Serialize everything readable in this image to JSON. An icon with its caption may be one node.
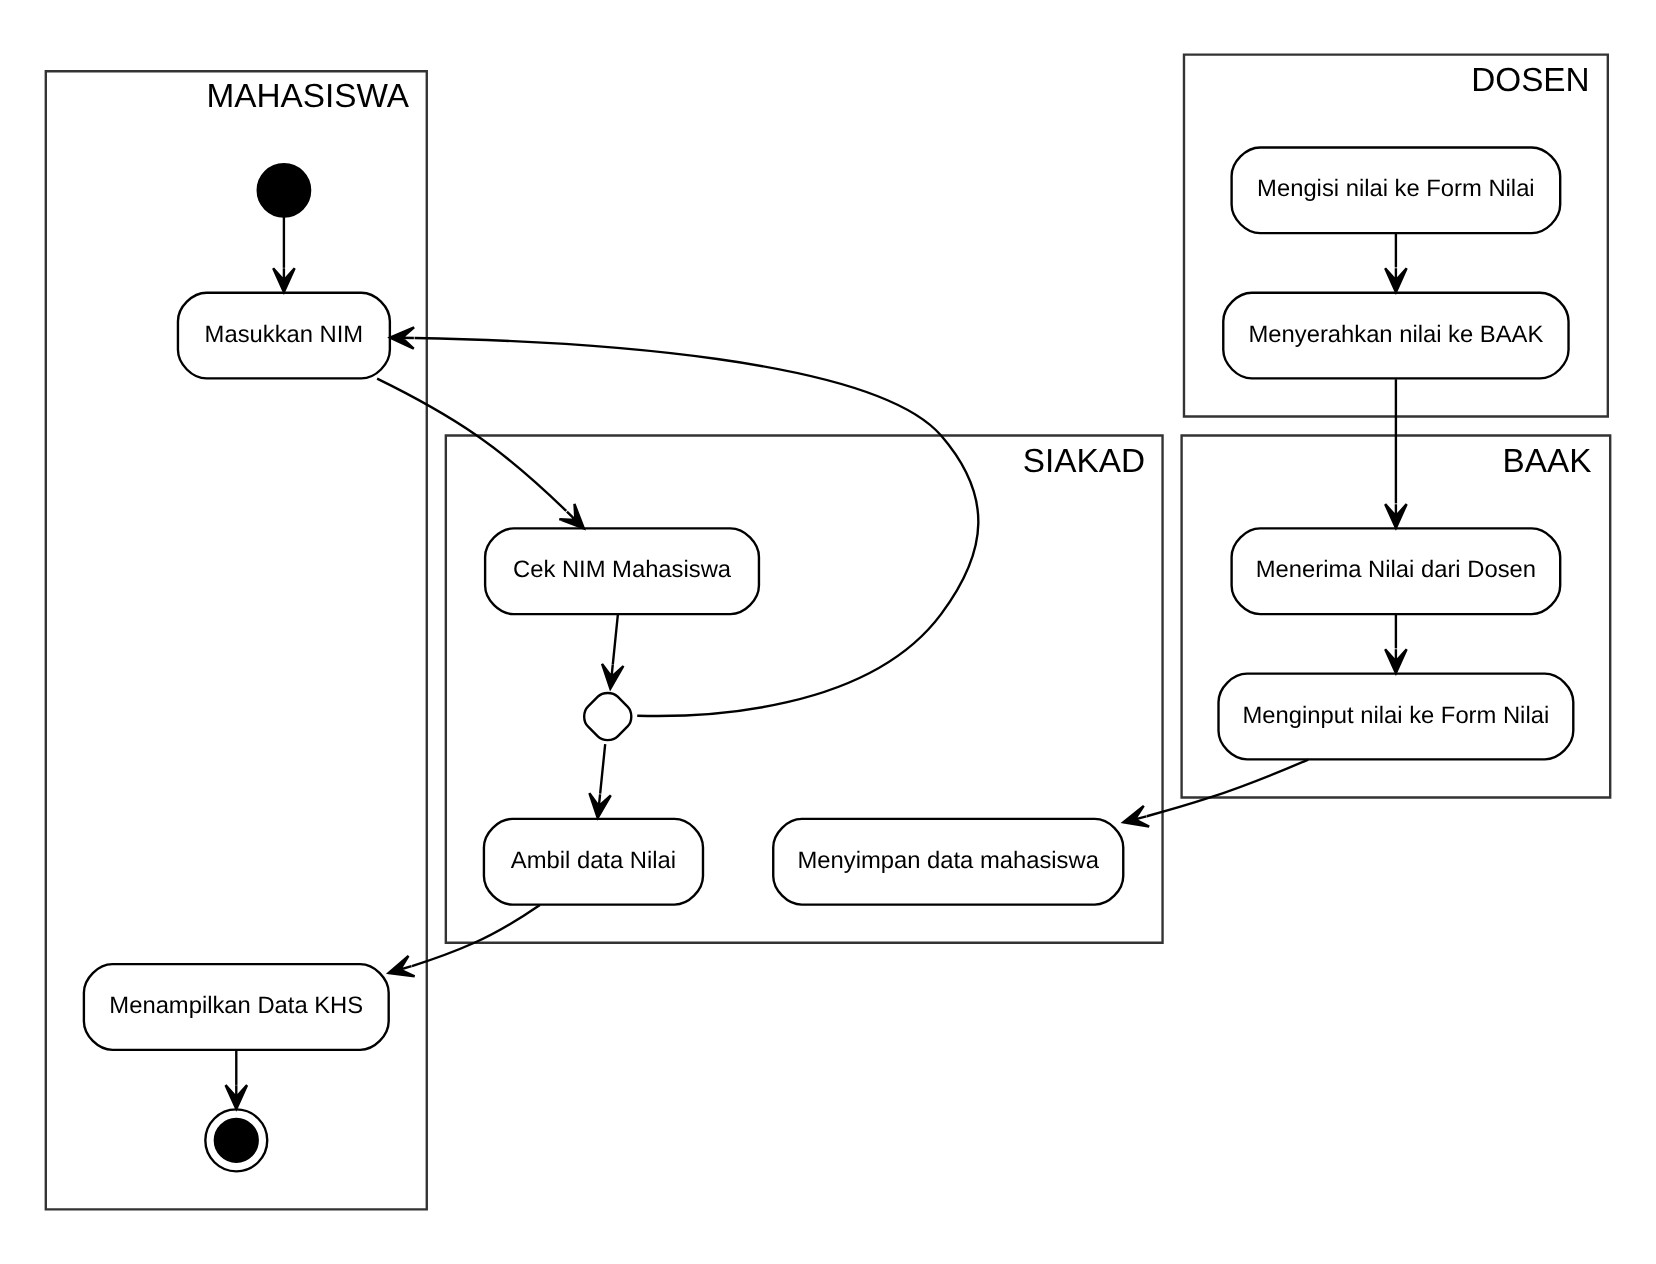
{
  "diagram": {
    "nodes": [
      {
        "text": [
          "MAHASISWA"
        ]
      },
      {
        "text": [
          "SIAKAD"
        ]
      },
      {
        "text": [
          "BAAK"
        ]
      },
      {
        "text": [
          "DOSEN"
        ]
      },
      {
        "text": [],
        "shape": "circle",
        "in": 0
      },
      {
        "text": [
          "Masukkan NIM"
        ],
        "in": 0
      },
      {
        "text": [
          "Cek NIM Mahasiswa"
        ],
        "in": 1
      },
      {
        "text": [],
        "shape": "diamond",
        "in": 1
      },
      {
        "text": [
          "Ambil data Nilai"
        ],
        "in": 1
      },
      {
        "text": [
          "Menyimpan data mahasiswa"
        ],
        "in": 1
      },
      {
        "text": [
          "Menampilkan Data KHS"
        ],
        "in": 0
      },
      {
        "text": [],
        "shape": "circle",
        "in": 0
      },
      {
        "text": [
          "Mengisi nilai ke Form Nilai"
        ],
        "in": 3
      },
      {
        "text": [
          "Menyerahkan nilai ke BAAK"
        ],
        "in": 3
      },
      {
        "text": [
          "Menerima Nilai dari Dosen"
        ],
        "in": 2
      },
      {
        "text": [
          "Menginput nilai ke Form Nilai"
        ],
        "in": 2
      }
    ],
    "edges": [
      {
        "from": 4,
        "to": 5,
        "arrow": "to"
      },
      {
        "from": 5,
        "to": 6,
        "arrow": "to"
      },
      {
        "from": 6,
        "to": 7,
        "arrow": "to"
      },
      {
        "from": 7,
        "to": 5,
        "arrow": "to"
      },
      {
        "from": 7,
        "to": 8,
        "arrow": "to"
      },
      {
        "from": 8,
        "to": 10,
        "arrow": "to"
      },
      {
        "from": 10,
        "to": 11,
        "arrow": "to"
      },
      {
        "from": 12,
        "to": 13,
        "arrow": "to"
      },
      {
        "from": 13,
        "to": 14,
        "arrow": "to"
      },
      {
        "from": 14,
        "to": 15,
        "arrow": "to"
      },
      {
        "from": 15,
        "to": 9,
        "arrow": "to"
      }
    ]
  }
}
